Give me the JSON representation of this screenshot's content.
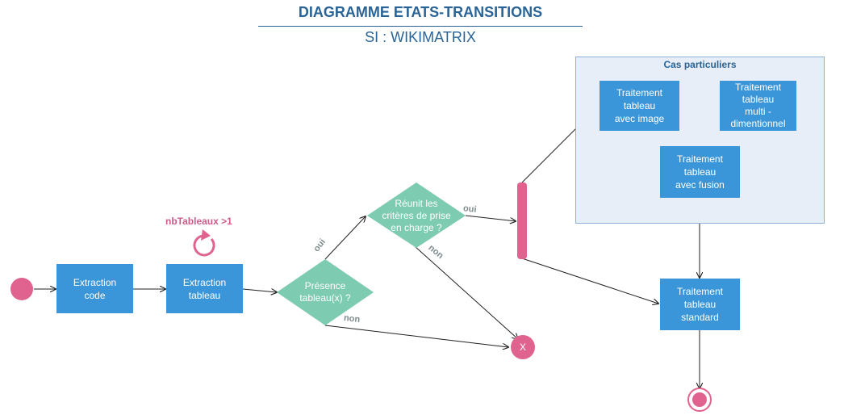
{
  "header": {
    "title": "DIAGRAMME ETATS-TRANSITIONS",
    "subtitle": "SI : WIKIMATRIX"
  },
  "guard": {
    "label": "nbTableaux >1"
  },
  "states": {
    "extraction_code": "Extraction\ncode",
    "extraction_tableau": "Extraction\ntableau",
    "traitement_image": "Traitement\ntableau\navec image",
    "traitement_multi": "Traitement\ntableau\nmulti -\ndimentionnel",
    "traitement_fusion": "Traitement\ntableau\navec fusion",
    "traitement_standard": "Traitement\ntableau\nstandard"
  },
  "decisions": {
    "presence": "Présence\ntableau(x) ?",
    "criteres": "Réunit les\ncritères de prise\nen charge ?"
  },
  "group": {
    "title": "Cas particuliers"
  },
  "edge_labels": {
    "oui_1": "oui",
    "non_1": "non",
    "oui_2": "oui",
    "non_2": "non"
  },
  "terminals": {
    "flow_end_mark": "X"
  },
  "colors": {
    "state": "#3a96d9",
    "decision": "#7dcbb0",
    "node": "#e0638f",
    "group_bg": "#e8eef8",
    "title": "#2a6496"
  }
}
